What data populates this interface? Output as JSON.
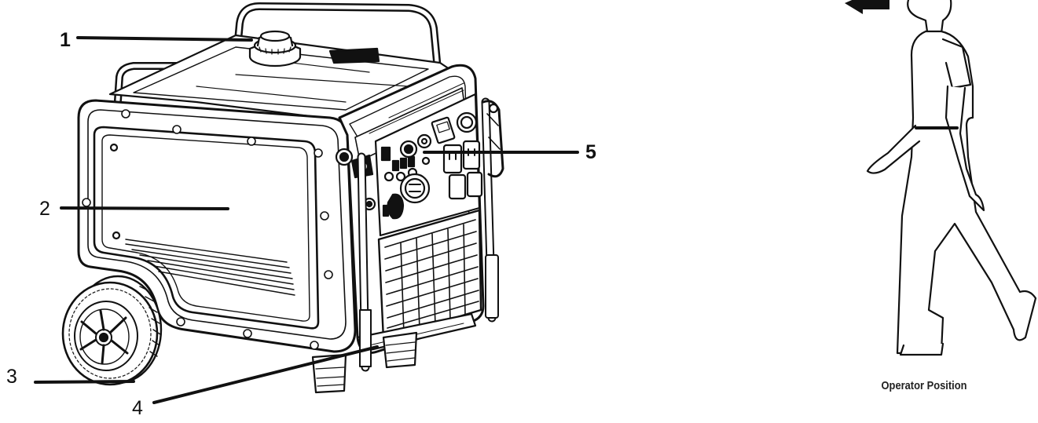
{
  "callouts": {
    "c1": "1",
    "c2": "2",
    "c3": "3",
    "c4": "4",
    "c5": "5"
  },
  "operator": {
    "caption": "Operator Position"
  },
  "icons": {
    "direction": "arrow-left-icon",
    "figure": "walking-person-icon"
  },
  "colors": {
    "line": "#111111",
    "background": "#ffffff"
  }
}
